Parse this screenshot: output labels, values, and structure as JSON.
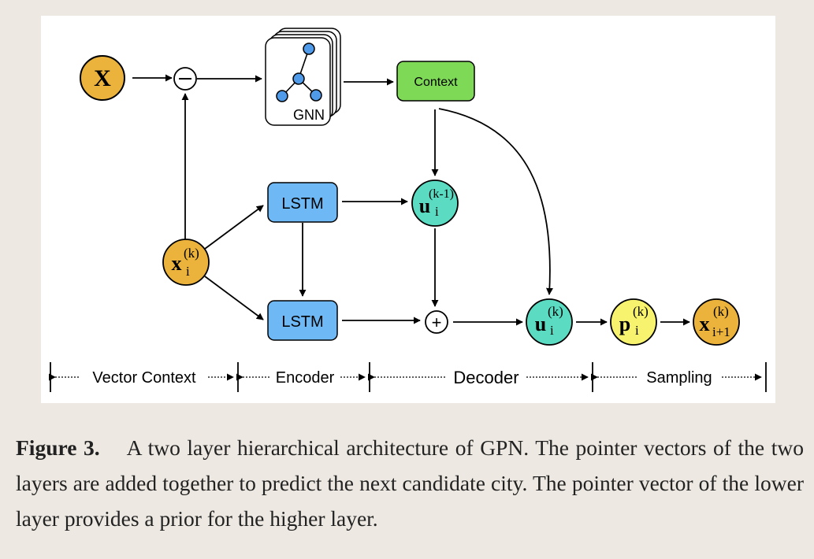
{
  "figure": {
    "nodes": {
      "x_input": "X",
      "subtract": "⊖",
      "gnn": "GNN",
      "context": "Context",
      "lstm_top": "LSTM",
      "lstm_bottom": "LSTM",
      "add": "+",
      "x_ik": {
        "base": "x",
        "sub": "i",
        "sup": "(k)"
      },
      "u_k_minus_1": {
        "base": "u",
        "sub": "i",
        "sup": "(k-1)"
      },
      "u_k": {
        "base": "u",
        "sub": "i",
        "sup": "(k)"
      },
      "p_k": {
        "base": "p",
        "sub": "i",
        "sup": "(k)"
      },
      "x_next": {
        "base": "x",
        "sub": "i+1",
        "sup": "(k)"
      }
    },
    "sections": [
      "Vector Context",
      "Encoder",
      "Decoder",
      "Sampling"
    ],
    "colors": {
      "orange": "#EBB33B",
      "green": "#7ED957",
      "blue": "#6DB8F5",
      "teal": "#5ADBC2",
      "yellow": "#F7F36E",
      "graph_node": "#4F9BEA"
    }
  },
  "caption": {
    "label": "Figure 3.",
    "text": "A two layer hierarchical architecture of GPN. The pointer vectors of the two layers are added together to predict the next candidate city. The pointer vector of the lower layer provides a prior for the higher layer."
  }
}
